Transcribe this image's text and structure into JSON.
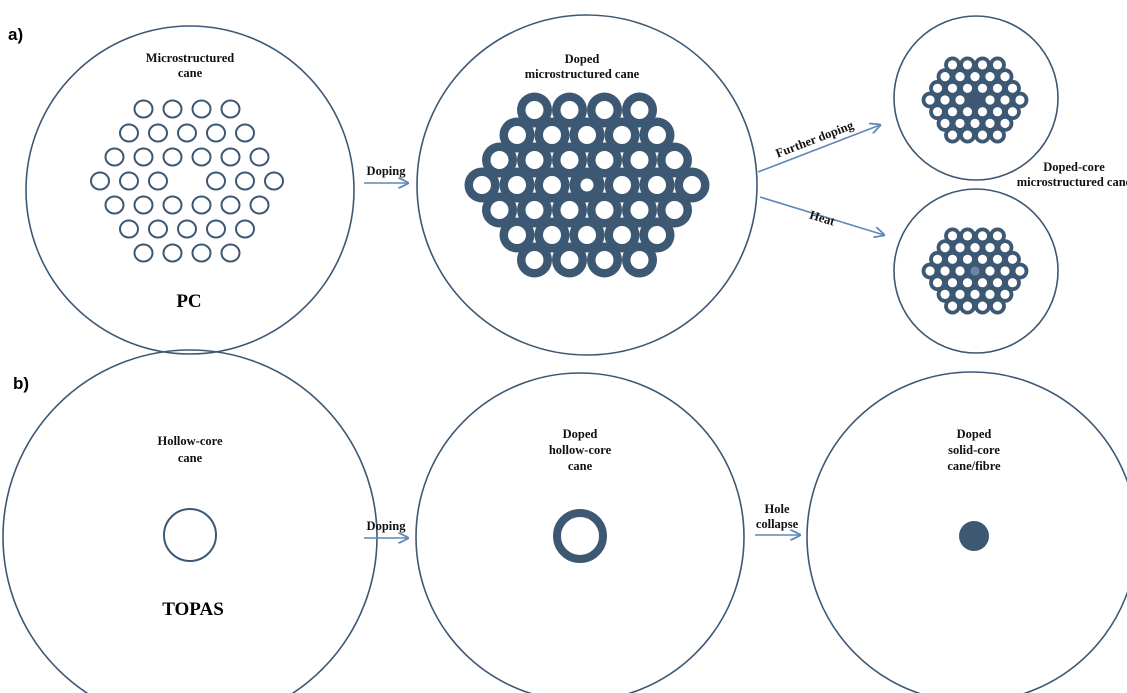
{
  "panels": {
    "a": {
      "label": "a)",
      "cane1_caption_line1": "Microstructured",
      "cane1_caption_line2": "cane",
      "cane1_material": "PC",
      "cane2_caption_line1": "Doped",
      "cane2_caption_line2": "microstructured cane",
      "arrow_doping": "Doping",
      "arrow_further_doping": "Further doping",
      "arrow_heat": "Heat",
      "result_caption_line1": "Doped-core",
      "result_caption_line2": "microstructured cane"
    },
    "b": {
      "label": "b)",
      "cane1_caption_line1": "Hollow-core",
      "cane1_caption_line2": "cane",
      "cane1_material": "TOPAS",
      "cane2_caption_line1": "Doped",
      "cane2_caption_line2": "hollow-core",
      "cane2_caption_line3": "cane",
      "cane3_caption_line1": "Doped",
      "cane3_caption_line2": "solid-core",
      "cane3_caption_line3": "cane/fibre",
      "arrow_doping": "Doping",
      "arrow_hole_line1": "Hole",
      "arrow_hole_line2": "collapse"
    }
  },
  "colors": {
    "dopant": "#3d5873",
    "arrow": "#5f89b5",
    "doped_core_center": "#6f84a3"
  }
}
